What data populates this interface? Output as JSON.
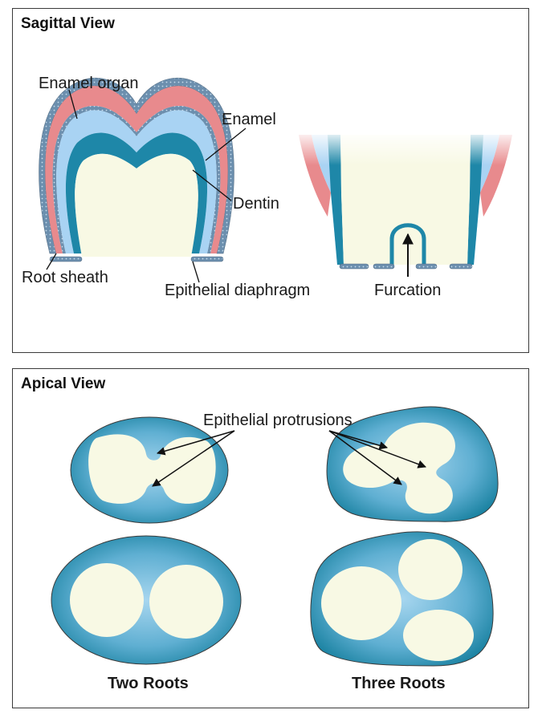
{
  "sagittal": {
    "title": "Sagittal View",
    "labels": {
      "enamel_organ": "Enamel organ",
      "enamel": "Enamel",
      "dentin": "Dentin",
      "root_sheath": "Root sheath",
      "epithelial_diaphragm": "Epithelial diaphragm",
      "furcation": "Furcation"
    }
  },
  "apical": {
    "title": "Apical View",
    "labels": {
      "epithelial_protrusions": "Epithelial protrusions",
      "two_roots": "Two Roots",
      "three_roots": "Three Roots"
    }
  },
  "colors": {
    "enamel_organ": "#e88a8d",
    "enamel": "#a9d3f3",
    "dentin": "#1e87a8",
    "pulp": "#f8f9e4",
    "sheath": "#6c8fae",
    "sheath_gradient_dark": "#17809f",
    "sheath_gradient_light": "#a7d6ef",
    "outline": "#3a3a3a",
    "text": "#1a1a1a"
  }
}
